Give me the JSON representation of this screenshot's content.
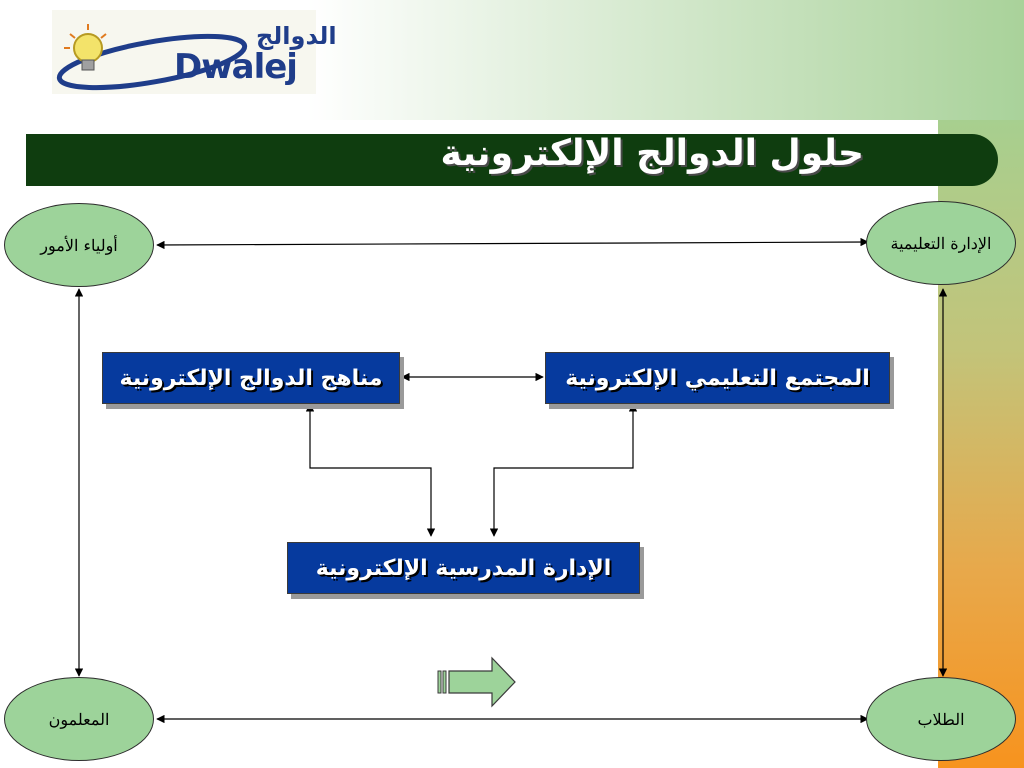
{
  "logo": {
    "text_ar": "الدوالج",
    "text_en": "Dwalej"
  },
  "title": "حلول الدوالج  الإلكترونية",
  "nodes": {
    "parents": "أولياء الأمور",
    "edu_admin": "الإدارة التعليمية",
    "teachers": "المعلمون",
    "students": "الطلاب",
    "curricula": "مناهج الدوالج الإلكترونية",
    "community": "المجتمع التعليمي الإلكترونية",
    "school_admin": "الإدارة المدرسية الإلكترونية"
  },
  "colors": {
    "title_bar": "#0f3d0f",
    "box_fill": "#063a9e",
    "oval_fill": "#9dd39a",
    "arrow_fill": "#9dd39a"
  },
  "icons": {
    "nav_arrow": "right-arrow-icon",
    "logo_bulb": "lightbulb-icon"
  }
}
